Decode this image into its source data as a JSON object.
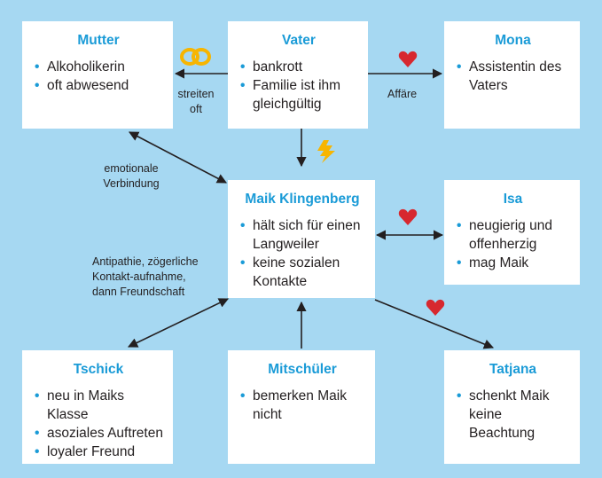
{
  "nodes": {
    "mutter": {
      "title": "Mutter",
      "items": [
        "Alkoholikerin",
        "oft abwesend"
      ]
    },
    "vater": {
      "title": "Vater",
      "items": [
        "bankrott",
        "Familie ist ihm gleichgültig"
      ]
    },
    "mona": {
      "title": "Mona",
      "items": [
        "Assistentin des Vaters"
      ]
    },
    "maik": {
      "title": "Maik Klingenberg",
      "items": [
        "hält sich für einen Langweiler",
        "keine sozialen Kontakte"
      ]
    },
    "isa": {
      "title": "Isa",
      "items": [
        "neugierig und offenherzig",
        "mag Maik"
      ]
    },
    "tschick": {
      "title": "Tschick",
      "items": [
        "neu in Maiks Klasse",
        "asoziales Auftreten",
        "loyaler Freund"
      ]
    },
    "mitschueler": {
      "title": "Mitschüler",
      "items": [
        "bemerken Maik nicht"
      ]
    },
    "tatjana": {
      "title": "Tatjana",
      "items": [
        "schenkt Maik keine Beachtung"
      ]
    }
  },
  "edges": {
    "vater_mutter": "streiten oft",
    "vater_mona": "Affäre",
    "mutter_maik": "emotionale Verbindung",
    "tschick_maik": "Antipathie, zögerliche Kontakt-aufnahme, dann Freundschaft"
  },
  "colors": {
    "background": "#a6d8f2",
    "title": "#1a9bd7",
    "bullet": "#1a9bd7",
    "heart": "#d7282f",
    "lightning": "#f7b500",
    "ring": "#f7b500"
  },
  "icons": {
    "rings": "wedding-rings-icon",
    "heart": "heart-icon",
    "lightning": "lightning-icon"
  }
}
